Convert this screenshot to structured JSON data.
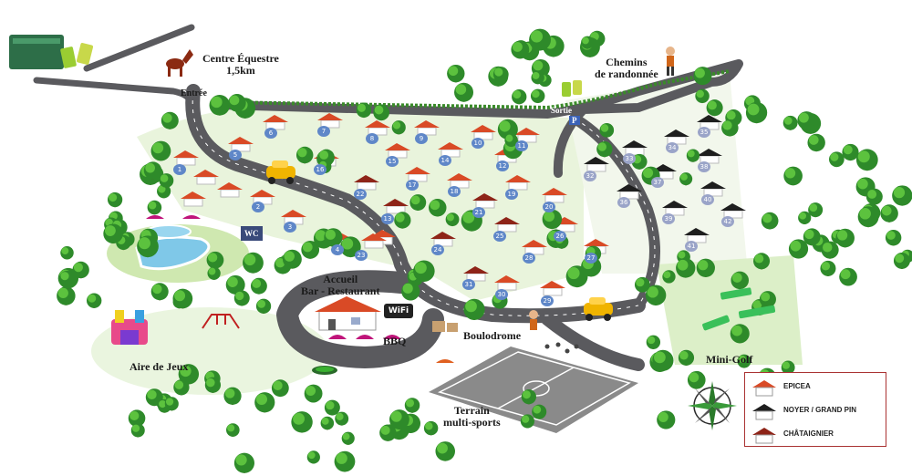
{
  "labels": {
    "centre_equestre": "Centre Équestre",
    "centre_equestre_dist": "1,5km",
    "chemins": "Chemins",
    "de_randonnee": "de randonnée",
    "entree": "Entrée",
    "sortie": "Sortie",
    "accueil": "Accueil",
    "bar_restaurant": "Bar - Restaurant",
    "bbq": "BBQ",
    "boulodrome": "Boulodrome",
    "aire_de_jeux": "Aire de Jeux",
    "terrain": "Terrain",
    "multi_sports": "multi-sports",
    "mini_golf": "Mini-Golf",
    "wc": "WC",
    "parking": "P"
  },
  "wifi": {
    "text": "WiFi"
  },
  "legend": {
    "items": [
      {
        "label": "EPICEA",
        "roof_color": "#d94a26"
      },
      {
        "label": "NOYER / GRAND PIN",
        "roof_color": "#1e1e1e"
      },
      {
        "label": "CHÂTAIGNIER",
        "roof_color": "#8e2418"
      }
    ]
  },
  "lots": [
    {
      "n": "1",
      "type": "blue"
    },
    {
      "n": "2",
      "type": "blue"
    },
    {
      "n": "3",
      "type": "blue"
    },
    {
      "n": "4",
      "type": "blue"
    },
    {
      "n": "5",
      "type": "blue"
    },
    {
      "n": "6",
      "type": "blue"
    },
    {
      "n": "7",
      "type": "blue"
    },
    {
      "n": "8",
      "type": "blue"
    },
    {
      "n": "9",
      "type": "blue"
    },
    {
      "n": "10",
      "type": "blue"
    },
    {
      "n": "11",
      "type": "blue"
    },
    {
      "n": "12",
      "type": "blue"
    },
    {
      "n": "13",
      "type": "blue"
    },
    {
      "n": "14",
      "type": "blue"
    },
    {
      "n": "15",
      "type": "blue"
    },
    {
      "n": "16",
      "type": "blue"
    },
    {
      "n": "17",
      "type": "blue"
    },
    {
      "n": "18",
      "type": "blue"
    },
    {
      "n": "19",
      "type": "blue"
    },
    {
      "n": "20",
      "type": "blue"
    },
    {
      "n": "21",
      "type": "blue"
    },
    {
      "n": "22",
      "type": "blue"
    },
    {
      "n": "23",
      "type": "blue"
    },
    {
      "n": "24",
      "type": "blue"
    },
    {
      "n": "25",
      "type": "blue"
    },
    {
      "n": "26",
      "type": "blue"
    },
    {
      "n": "27",
      "type": "blue"
    },
    {
      "n": "28",
      "type": "blue"
    },
    {
      "n": "29",
      "type": "blue"
    },
    {
      "n": "30",
      "type": "blue"
    },
    {
      "n": "31",
      "type": "blue"
    },
    {
      "n": "32",
      "type": "lilac"
    },
    {
      "n": "33",
      "type": "lilac"
    },
    {
      "n": "34",
      "type": "lilac"
    },
    {
      "n": "35",
      "type": "lilac"
    },
    {
      "n": "36",
      "type": "lilac"
    },
    {
      "n": "37",
      "type": "lilac"
    },
    {
      "n": "38",
      "type": "lilac"
    },
    {
      "n": "39",
      "type": "lilac"
    },
    {
      "n": "40",
      "type": "lilac"
    },
    {
      "n": "41",
      "type": "lilac"
    },
    {
      "n": "42",
      "type": "lilac"
    }
  ],
  "colors": {
    "road": "#5a5a5e",
    "road_line": "#ffffff",
    "grass": "#d8ecc0",
    "tree_dark": "#2e8a2a",
    "tree_light": "#5cc23e",
    "pool": "#7fc8e8",
    "roof_epicea": "#d94a26",
    "roof_noyer": "#1e1e1e",
    "roof_chataignier": "#8e2418"
  },
  "icons": [
    "horse-icon",
    "recycling-bins-icon",
    "car-icon",
    "wifi-icon",
    "compass-rose-icon",
    "hiker-icon",
    "bouncy-castle-icon",
    "trampoline-icon"
  ]
}
